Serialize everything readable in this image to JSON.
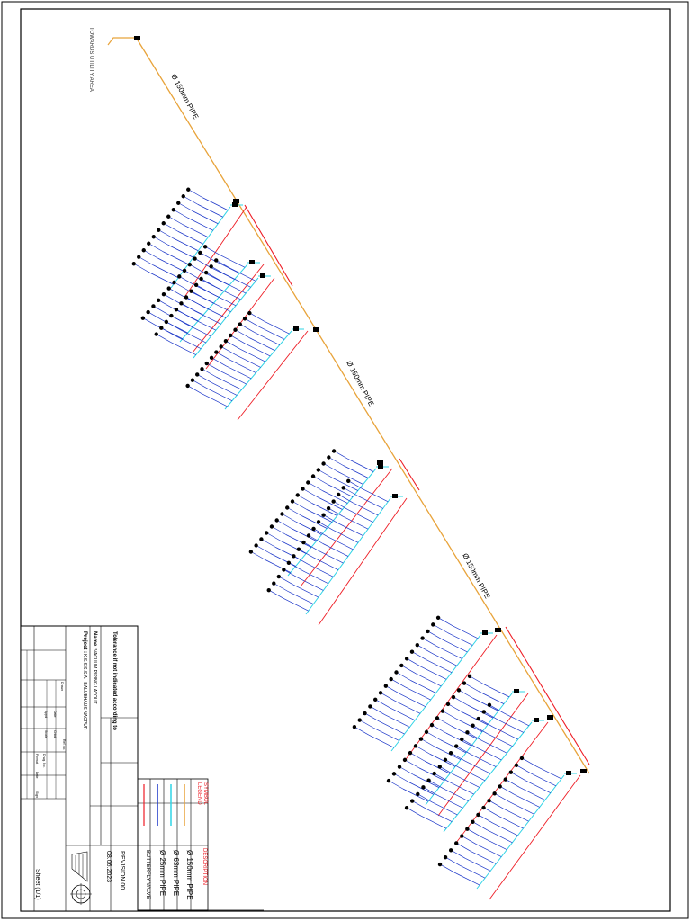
{
  "drawing": {
    "utility_label": "TOWARDS UTILITY AREA",
    "pipe_labels": [
      "Ø 150mm PIPE",
      "Ø 150mm PIPE",
      "Ø 150mm PIPE"
    ],
    "colors": {
      "main_pipe": "#e8a33a",
      "branch_pipe": "#2fd4e6",
      "drop_pipe": "#1a35c8",
      "red_line": "#ee1c24",
      "frame": "#000000"
    }
  },
  "legend": {
    "heading_symbol": "LEGEND",
    "heading_symbol_sub": "SYMBOL",
    "heading_description": "DESCRIPTION",
    "items": [
      {
        "description": "Ø 150mm PIPE",
        "color": "#e8a33a"
      },
      {
        "description": "Ø 63mm PIPE",
        "color": "#2fd4e6"
      },
      {
        "description": "Ø 25mm PIPE",
        "color": "#1a35c8"
      },
      {
        "description": "BUTTERFLY VALVE",
        "color": "#ee1c24"
      }
    ]
  },
  "title_block": {
    "tolerance": "Tolerance if not indicated according to",
    "name_label": "Name :",
    "name_value": "VACUUM PIPING LAYOUT",
    "project_label": "Project :",
    "project_value": "K.S.S.S.S.A.- BALUBHAUS NAGPUR",
    "revision": "REVISION 00",
    "date": "08.06.2023",
    "sheet": "Sheet (1/1)",
    "small_labels": [
      "Drawn",
      "Date",
      "Chkd",
      "Appd",
      "Scale",
      "Drwg. No.",
      "Format",
      "Ref. no.",
      "Sign",
      "Date"
    ]
  }
}
